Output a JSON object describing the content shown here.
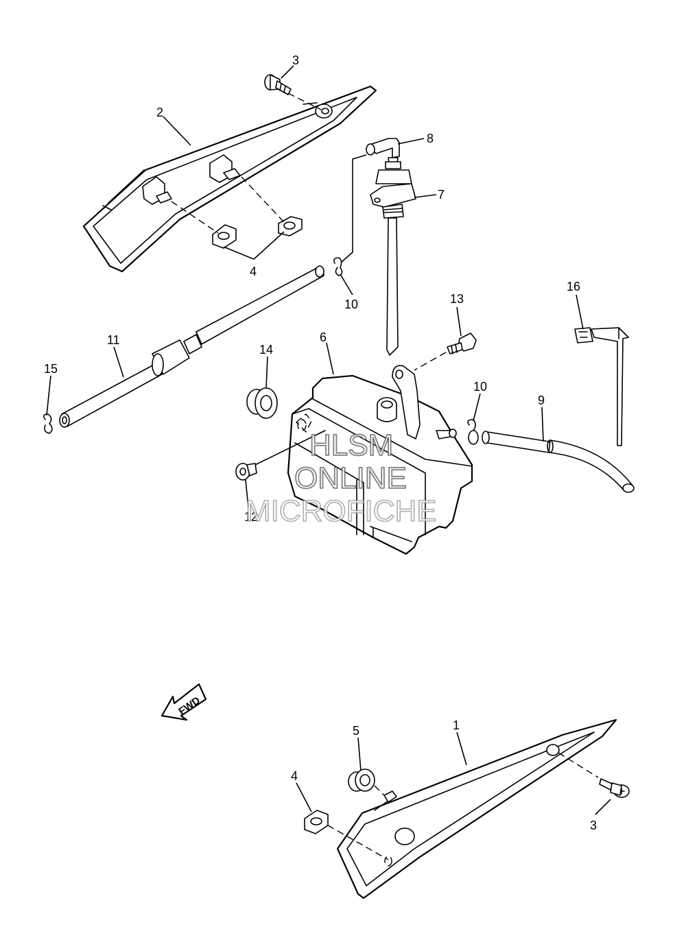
{
  "watermark": {
    "line1": "HLSM",
    "line2": "ONLINE",
    "line3": "MICROFICHE"
  },
  "fwd_label": "FWD",
  "callouts": {
    "c1": "1",
    "c2": "2",
    "c3_top": "3",
    "c3_bottom": "3",
    "c4_top": "4",
    "c4_bottom": "4",
    "c5": "5",
    "c6": "6",
    "c7": "7",
    "c8": "8",
    "c9": "9",
    "c10_top": "10",
    "c10_mid": "10",
    "c11": "11",
    "c12": "12",
    "c13": "13",
    "c14": "14",
    "c15": "15",
    "c16": "16"
  },
  "colors": {
    "line": "#000000",
    "background": "#ffffff",
    "watermark": "#6a6a6a"
  }
}
